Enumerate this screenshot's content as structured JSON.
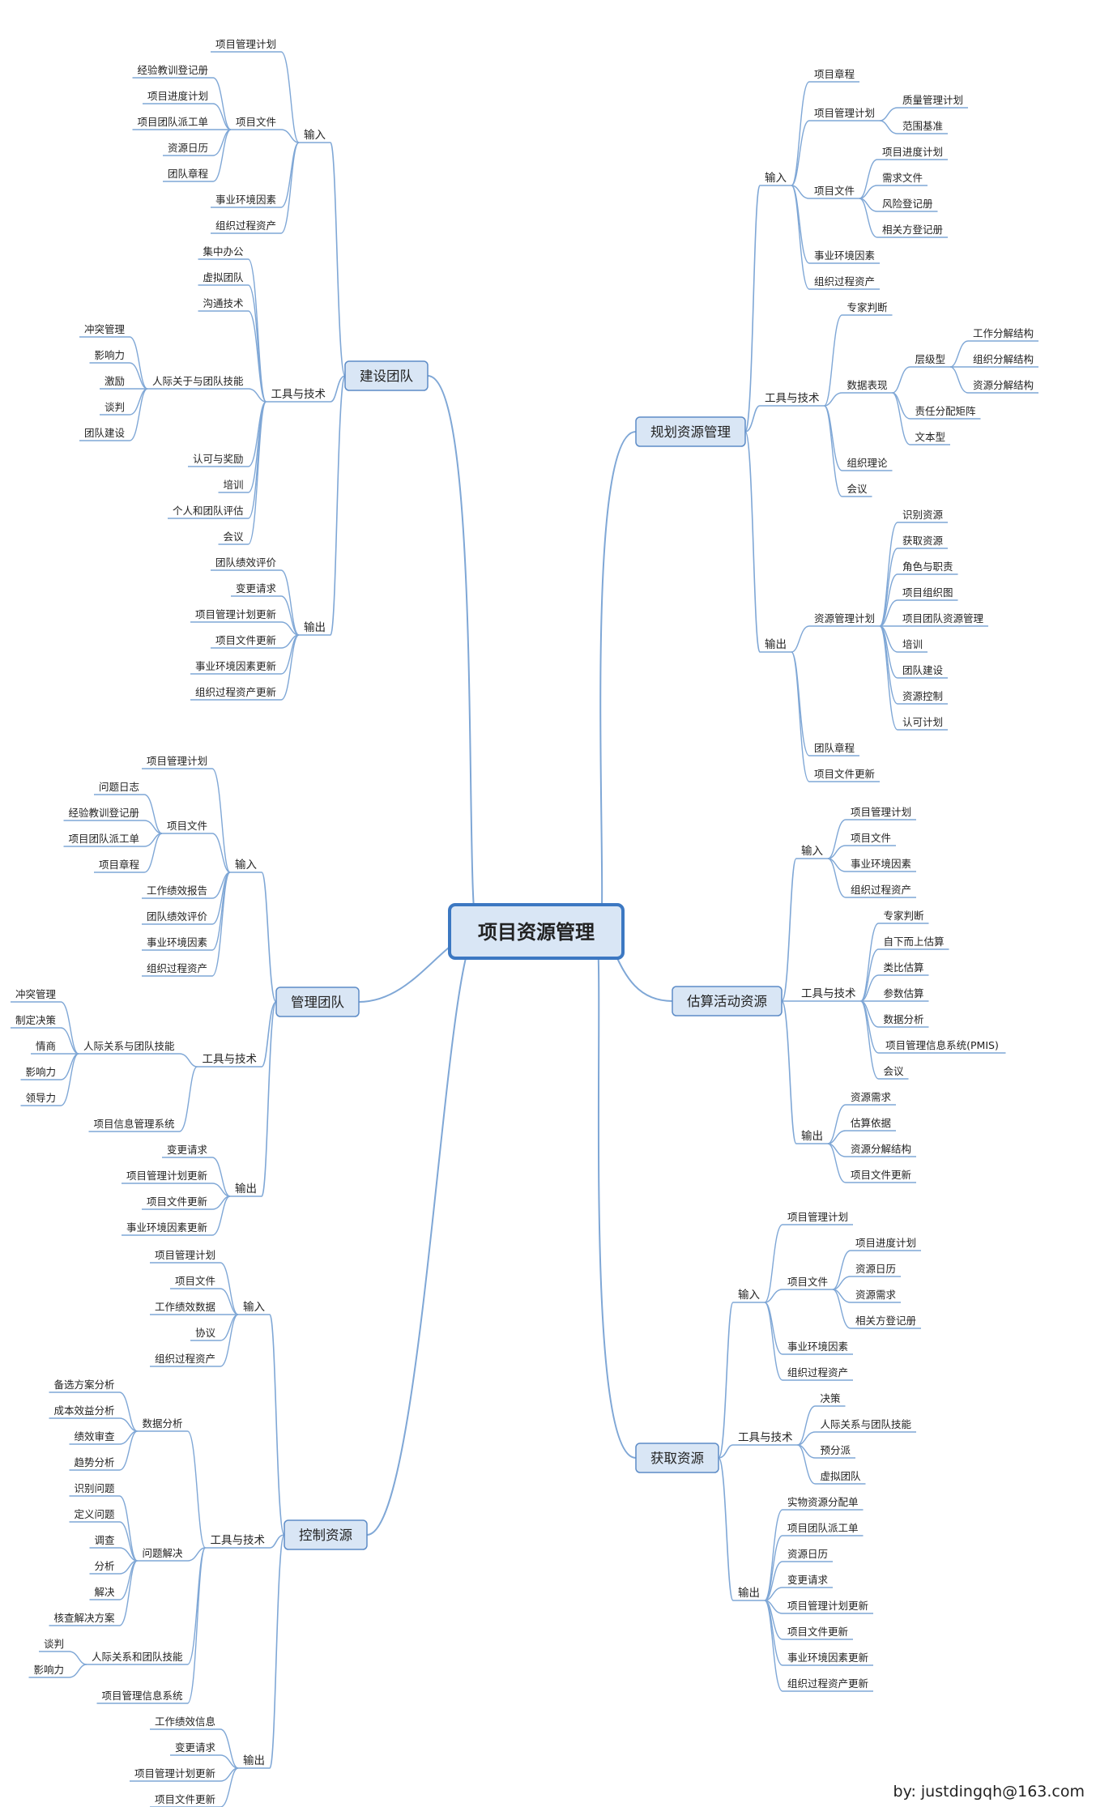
{
  "root": "项目资源管理",
  "credit": "by:  justdingqh@163.com",
  "colors": {
    "line": "#7fa7d6",
    "box_fill": "#d9e6f5",
    "box_stroke": "#5d8cc7",
    "root_stroke": "#3c78c2"
  },
  "branches": [
    {
      "name": "规划资源管理",
      "side": "right",
      "children": [
        {
          "name": "输入",
          "children": [
            {
              "name": "项目章程"
            },
            {
              "name": "项目管理计划",
              "children": [
                {
                  "name": "质量管理计划"
                },
                {
                  "name": "范围基准"
                }
              ]
            },
            {
              "name": "项目文件",
              "children": [
                {
                  "name": "项目进度计划"
                },
                {
                  "name": "需求文件"
                },
                {
                  "name": "风险登记册"
                },
                {
                  "name": "相关方登记册"
                }
              ]
            },
            {
              "name": "事业环境因素"
            },
            {
              "name": "组织过程资产"
            }
          ]
        },
        {
          "name": "工具与技术",
          "children": [
            {
              "name": "专家判断"
            },
            {
              "name": "数据表现",
              "children": [
                {
                  "name": "层级型",
                  "children": [
                    {
                      "name": "工作分解结构"
                    },
                    {
                      "name": "组织分解结构"
                    },
                    {
                      "name": "资源分解结构"
                    }
                  ]
                },
                {
                  "name": "责任分配矩阵"
                },
                {
                  "name": "文本型"
                }
              ]
            },
            {
              "name": "组织理论"
            },
            {
              "name": "会议"
            }
          ]
        },
        {
          "name": "输出",
          "children": [
            {
              "name": "资源管理计划",
              "children": [
                {
                  "name": "识别资源"
                },
                {
                  "name": "获取资源"
                },
                {
                  "name": "角色与职责"
                },
                {
                  "name": "项目组织图"
                },
                {
                  "name": "项目团队资源管理"
                },
                {
                  "name": "培训"
                },
                {
                  "name": "团队建设"
                },
                {
                  "name": "资源控制"
                },
                {
                  "name": "认可计划"
                }
              ]
            },
            {
              "name": "团队章程"
            },
            {
              "name": "项目文件更新"
            }
          ]
        }
      ]
    },
    {
      "name": "估算活动资源",
      "side": "right",
      "children": [
        {
          "name": "输入",
          "children": [
            {
              "name": "项目管理计划"
            },
            {
              "name": "项目文件"
            },
            {
              "name": "事业环境因素"
            },
            {
              "name": "组织过程资产"
            }
          ]
        },
        {
          "name": "工具与技术",
          "children": [
            {
              "name": "专家判断"
            },
            {
              "name": "自下而上估算"
            },
            {
              "name": "类比估算"
            },
            {
              "name": "参数估算"
            },
            {
              "name": "数据分析"
            },
            {
              "name": "项目管理信息系统(PMIS)"
            },
            {
              "name": "会议"
            }
          ]
        },
        {
          "name": "输出",
          "children": [
            {
              "name": "资源需求"
            },
            {
              "name": "估算依据"
            },
            {
              "name": "资源分解结构"
            },
            {
              "name": "项目文件更新"
            }
          ]
        }
      ]
    },
    {
      "name": "获取资源",
      "side": "right",
      "children": [
        {
          "name": "输入",
          "children": [
            {
              "name": "项目管理计划"
            },
            {
              "name": "项目文件",
              "children": [
                {
                  "name": "项目进度计划"
                },
                {
                  "name": "资源日历"
                },
                {
                  "name": "资源需求"
                },
                {
                  "name": "相关方登记册"
                }
              ]
            },
            {
              "name": "事业环境因素"
            },
            {
              "name": "组织过程资产"
            }
          ]
        },
        {
          "name": "工具与技术",
          "children": [
            {
              "name": "决策"
            },
            {
              "name": "人际关系与团队技能"
            },
            {
              "name": "预分派"
            },
            {
              "name": "虚拟团队"
            }
          ]
        },
        {
          "name": "输出",
          "children": [
            {
              "name": "实物资源分配单"
            },
            {
              "name": "项目团队派工单"
            },
            {
              "name": "资源日历"
            },
            {
              "name": "变更请求"
            },
            {
              "name": "项目管理计划更新"
            },
            {
              "name": "项目文件更新"
            },
            {
              "name": "事业环境因素更新"
            },
            {
              "name": "组织过程资产更新"
            }
          ]
        }
      ]
    },
    {
      "name": "建设团队",
      "side": "left",
      "children": [
        {
          "name": "输入",
          "children": [
            {
              "name": "项目管理计划"
            },
            {
              "name": "项目文件",
              "children": [
                {
                  "name": "经验教训登记册"
                },
                {
                  "name": "项目进度计划"
                },
                {
                  "name": "项目团队派工单"
                },
                {
                  "name": "资源日历"
                },
                {
                  "name": "团队章程"
                }
              ]
            },
            {
              "name": "事业环境因素"
            },
            {
              "name": "组织过程资产"
            }
          ]
        },
        {
          "name": "工具与技术",
          "children": [
            {
              "name": "集中办公"
            },
            {
              "name": "虚拟团队"
            },
            {
              "name": "沟通技术"
            },
            {
              "name": "人际关于与团队技能",
              "children": [
                {
                  "name": "冲突管理"
                },
                {
                  "name": "影响力"
                },
                {
                  "name": "激励"
                },
                {
                  "name": "谈判"
                },
                {
                  "name": "团队建设"
                }
              ]
            },
            {
              "name": "认可与奖励"
            },
            {
              "name": "培训"
            },
            {
              "name": "个人和团队评估"
            },
            {
              "name": "会议"
            }
          ]
        },
        {
          "name": "输出",
          "children": [
            {
              "name": "团队绩效评价"
            },
            {
              "name": "变更请求"
            },
            {
              "name": "项目管理计划更新"
            },
            {
              "name": "项目文件更新"
            },
            {
              "name": "事业环境因素更新"
            },
            {
              "name": "组织过程资产更新"
            }
          ]
        }
      ]
    },
    {
      "name": "管理团队",
      "side": "left",
      "children": [
        {
          "name": "输入",
          "children": [
            {
              "name": "项目管理计划"
            },
            {
              "name": "项目文件",
              "children": [
                {
                  "name": "问题日志"
                },
                {
                  "name": "经验教训登记册"
                },
                {
                  "name": "项目团队派工单"
                },
                {
                  "name": "项目章程"
                }
              ]
            },
            {
              "name": "工作绩效报告"
            },
            {
              "name": "团队绩效评价"
            },
            {
              "name": "事业环境因素"
            },
            {
              "name": "组织过程资产"
            }
          ]
        },
        {
          "name": "工具与技术",
          "children": [
            {
              "name": "人际关系与团队技能",
              "children": [
                {
                  "name": "冲突管理"
                },
                {
                  "name": "制定决策"
                },
                {
                  "name": "情商"
                },
                {
                  "name": "影响力"
                },
                {
                  "name": "领导力"
                }
              ]
            },
            {
              "name": "项目信息管理系统"
            }
          ]
        },
        {
          "name": "输出",
          "children": [
            {
              "name": "变更请求"
            },
            {
              "name": "项目管理计划更新"
            },
            {
              "name": "项目文件更新"
            },
            {
              "name": "事业环境因素更新"
            }
          ]
        }
      ]
    },
    {
      "name": "控制资源",
      "side": "left",
      "children": [
        {
          "name": "输入",
          "children": [
            {
              "name": "项目管理计划"
            },
            {
              "name": "项目文件"
            },
            {
              "name": "工作绩效数据"
            },
            {
              "name": "协议"
            },
            {
              "name": "组织过程资产"
            }
          ]
        },
        {
          "name": "工具与技术",
          "children": [
            {
              "name": "数据分析",
              "children": [
                {
                  "name": "备选方案分析"
                },
                {
                  "name": "成本效益分析"
                },
                {
                  "name": "绩效审查"
                },
                {
                  "name": "趋势分析"
                }
              ]
            },
            {
              "name": "问题解决",
              "children": [
                {
                  "name": "识别问题"
                },
                {
                  "name": "定义问题"
                },
                {
                  "name": "调查"
                },
                {
                  "name": "分析"
                },
                {
                  "name": "解决"
                },
                {
                  "name": "核查解决方案"
                }
              ]
            },
            {
              "name": "人际关系和团队技能",
              "children": [
                {
                  "name": "谈判"
                },
                {
                  "name": "影响力"
                }
              ]
            },
            {
              "name": "项目管理信息系统"
            }
          ]
        },
        {
          "name": "输出",
          "children": [
            {
              "name": "工作绩效信息"
            },
            {
              "name": "变更请求"
            },
            {
              "name": "项目管理计划更新"
            },
            {
              "name": "项目文件更新"
            }
          ]
        }
      ]
    }
  ]
}
